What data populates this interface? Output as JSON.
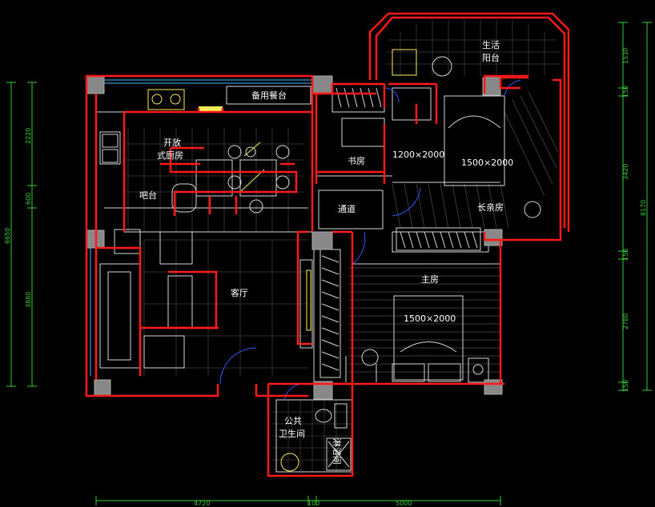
{
  "rooms": {
    "ecology_balcony_l1": "生活",
    "ecology_balcony_l2": "阳台",
    "dining_reserve": "备用餐台",
    "open_kitchen_l1": "开放",
    "open_kitchen_l2": "式厨房",
    "bar": "吧台",
    "study": "书房",
    "study_bed": "1200×2000",
    "parent_room_bed": "1500×2000",
    "parent_room": "长亲房",
    "passage": "通道",
    "living_room": "客厅",
    "master_room": "主房",
    "master_bed": "1500×2000",
    "public_wc_l1": "公共",
    "public_wc_l2": "卫生间",
    "bathroom": "淋浴间"
  },
  "dimensions": {
    "left": [
      "2220",
      "600",
      "3880"
    ],
    "left_total": "6650",
    "right": [
      "1530",
      "150",
      "3420",
      "150",
      "2780",
      "150"
    ],
    "right_total": "8170",
    "bottom": [
      "4720",
      "100",
      "5000"
    ]
  },
  "colors": {
    "background": "#000000",
    "wall": "#ff1a1a",
    "line": "#d8d8d8",
    "column": "#888888",
    "dimension": "#33cc33",
    "door": "#3355ff",
    "fixture": "#ffee55",
    "window": "#4db8ff",
    "text": "#ffffff"
  }
}
